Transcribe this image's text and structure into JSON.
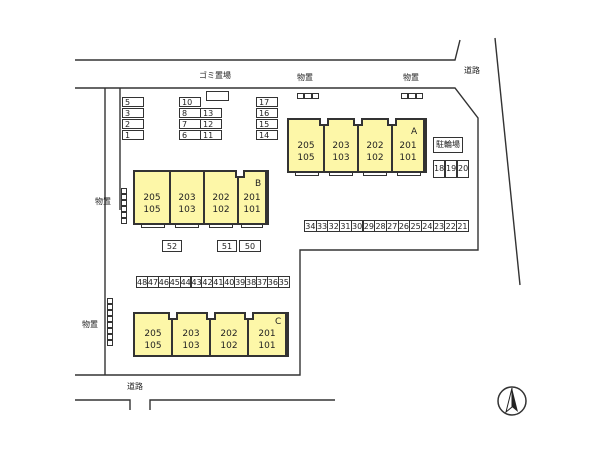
{
  "labels": {
    "road_top": "道路",
    "road_bottom": "道路",
    "garbage": "ゴミ置場",
    "storage": "物置",
    "bike_parking": "駐輪場"
  },
  "buildings": {
    "A": {
      "letter": "A",
      "units": [
        [
          "205",
          "105"
        ],
        [
          "203",
          "103"
        ],
        [
          "202",
          "102"
        ],
        [
          "201",
          "101"
        ]
      ]
    },
    "B": {
      "letter": "B",
      "units": [
        [
          "205",
          "105"
        ],
        [
          "203",
          "103"
        ],
        [
          "202",
          "102"
        ],
        [
          "201",
          "101"
        ]
      ]
    },
    "C": {
      "letter": "C",
      "units": [
        [
          "205",
          "105"
        ],
        [
          "203",
          "103"
        ],
        [
          "202",
          "102"
        ],
        [
          "201",
          "101"
        ]
      ]
    }
  },
  "parking": {
    "left_col": [
      "5",
      "3",
      "2",
      "1"
    ],
    "mid_col_a": [
      "10",
      "8",
      "7",
      "6"
    ],
    "mid_col_b": [
      "13",
      "12",
      "11"
    ],
    "right_col": [
      "17",
      "16",
      "15",
      "14"
    ],
    "bike_side": [
      "18",
      "19",
      "20"
    ],
    "row_right": [
      "34",
      "33",
      "32",
      "31",
      "30",
      "29",
      "28",
      "27",
      "26",
      "25",
      "24",
      "23",
      "22",
      "21"
    ],
    "row_bottom": [
      "48",
      "47",
      "46",
      "45",
      "44",
      "43",
      "42",
      "41",
      "40",
      "39",
      "38",
      "37",
      "36",
      "35"
    ],
    "singles": [
      "52",
      "51",
      "50"
    ]
  },
  "colors": {
    "building": "#fdf7a8",
    "line": "#333333",
    "background": "#ffffff"
  },
  "icons": {
    "north": "north-arrow-icon"
  }
}
